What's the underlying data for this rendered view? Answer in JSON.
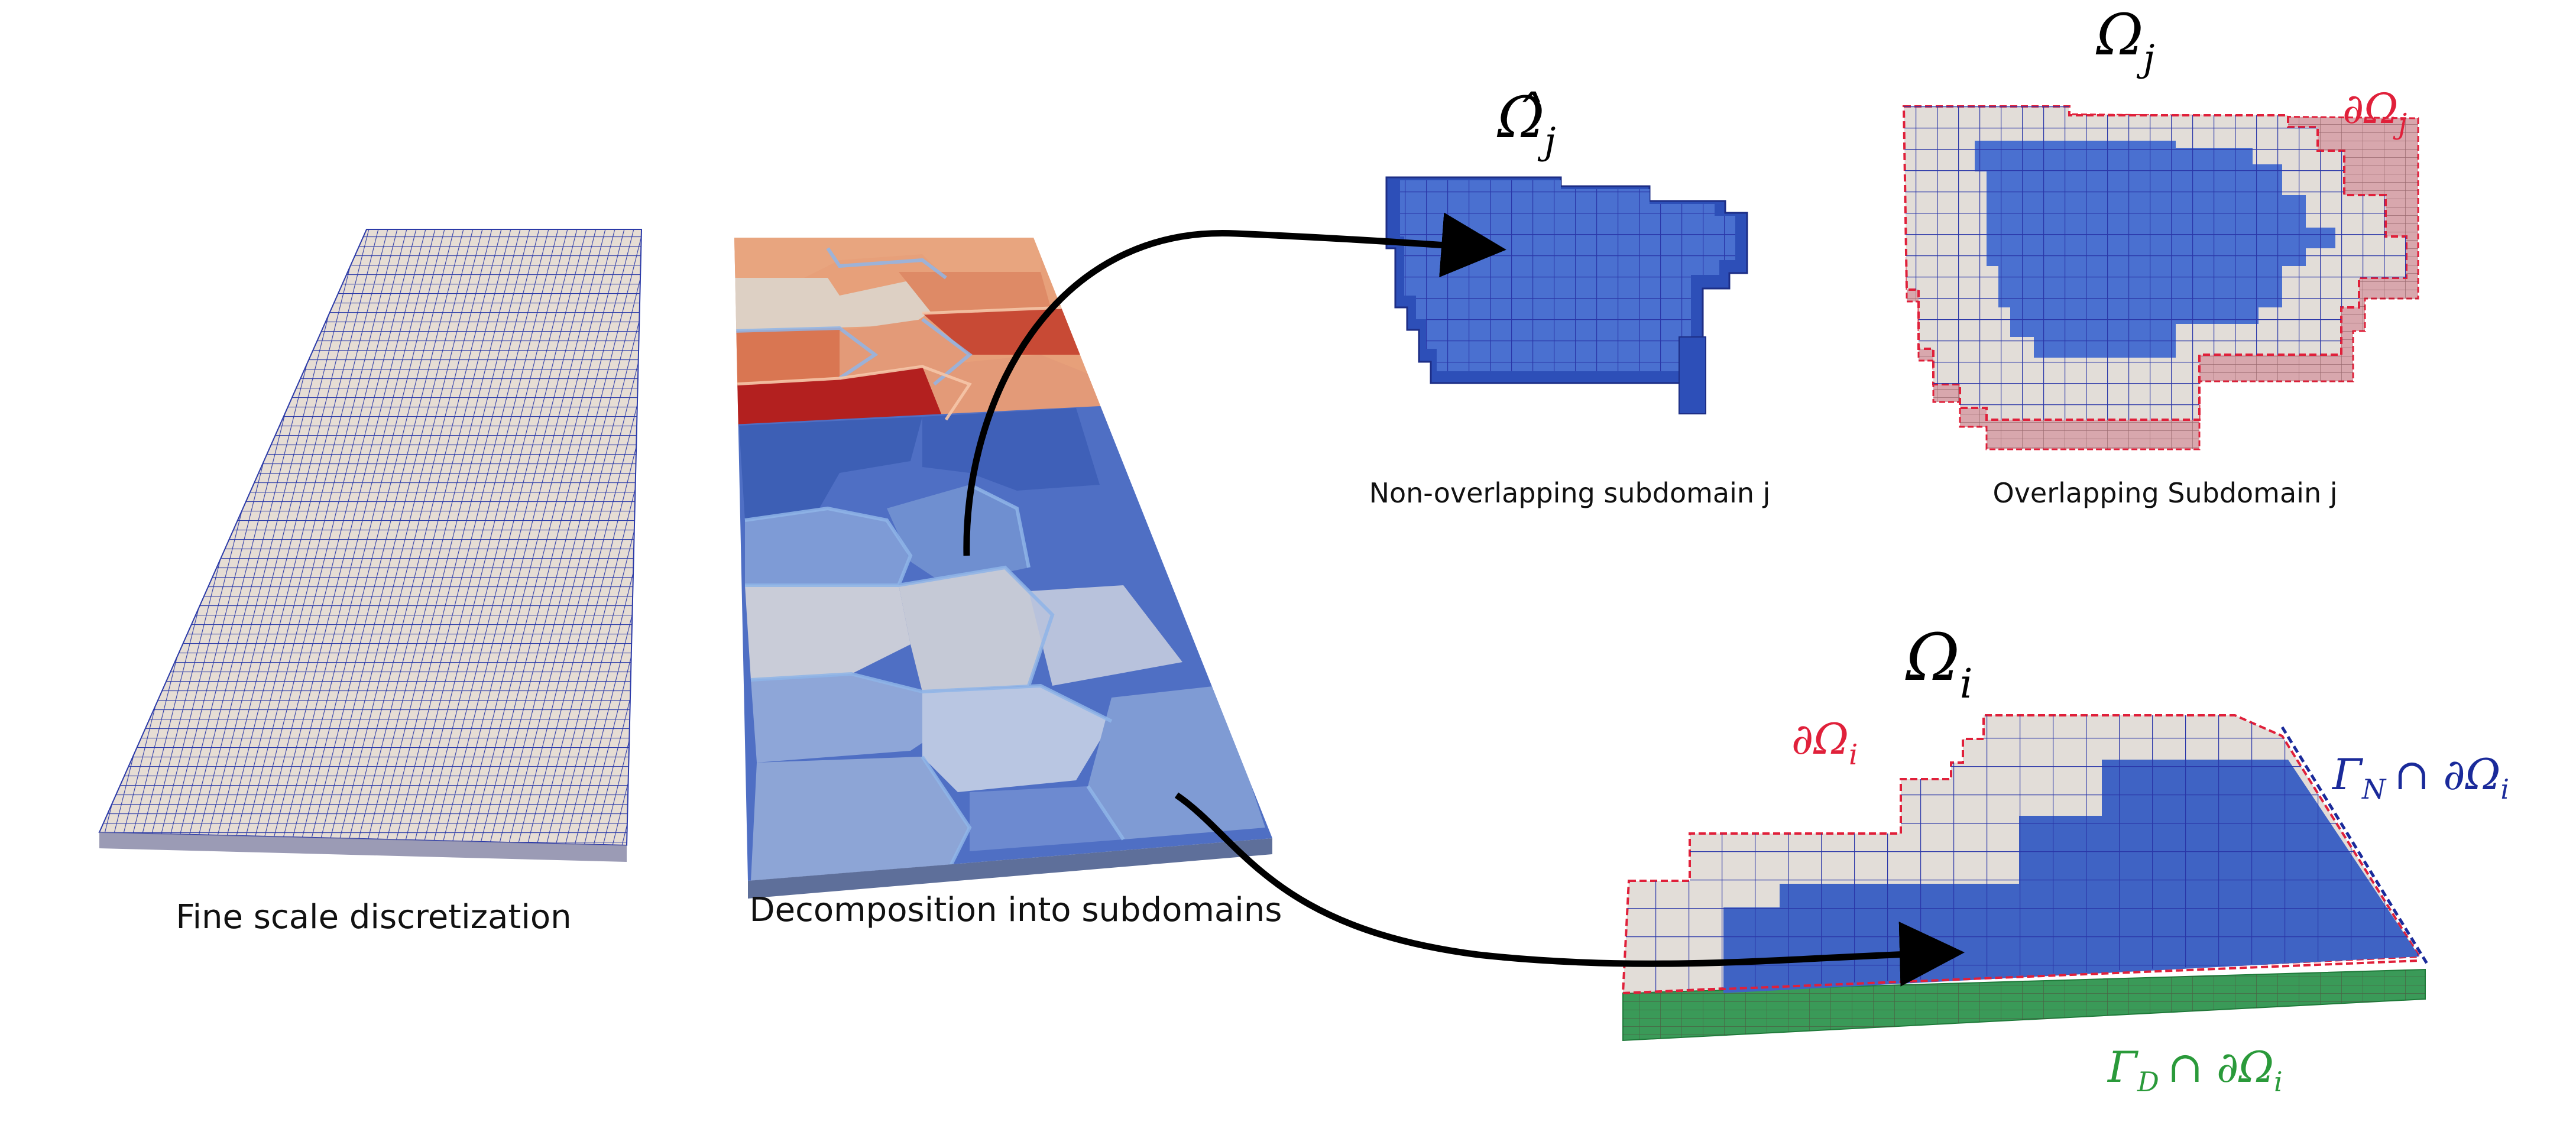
{
  "captions": {
    "fine": "Fine scale discretization",
    "decomposition": "Decomposition into subdomains",
    "non_overlapping": "Non-overlapping subdomain j",
    "overlapping": "Overlapping Subdomain j"
  },
  "math": {
    "omega_hat_j": {
      "base": "Ω̂",
      "sub": "j"
    },
    "omega_j": {
      "base": "Ω",
      "sub": "j"
    },
    "boundary_omega_j": {
      "base": "∂Ω",
      "sub": "j"
    },
    "omega_i": {
      "base": "Ω",
      "sub": "i"
    },
    "boundary_omega_i": {
      "base": "∂Ω",
      "sub": "i"
    },
    "gamma_n": {
      "base": "Γ",
      "sub": "N",
      "rest": "∩ ∂Ω",
      "sub2": "i"
    },
    "gamma_d": {
      "base": "Γ",
      "sub": "D",
      "rest": "∩ ∂Ω",
      "sub2": "i"
    }
  },
  "colors": {
    "grid": "#2a36a8",
    "mesh_fill": "#e4ddd6",
    "subdomain_blue": "#3f63c4",
    "overlap_gray": "#e2ddd8",
    "boundary_red": "#e0203a",
    "neumann_blue": "#1a2a9a",
    "dirichlet_green": "#2a9a3a",
    "arrow": "#000000"
  }
}
